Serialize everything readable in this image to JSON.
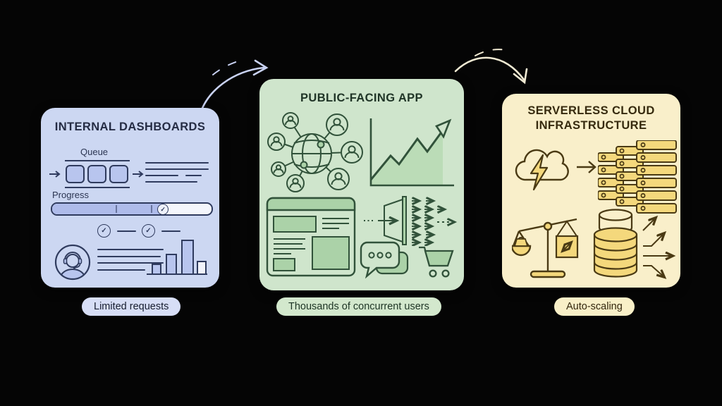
{
  "canvas": {
    "background": "#050505"
  },
  "panels": [
    {
      "id": "internal-dashboards",
      "title": "INTERNAL DASHBOARDS",
      "bg": "#ccd7f2",
      "stroke": "#2f3b5e",
      "icon_fill": "#b8c5ee",
      "queue_label": "Queue",
      "progress_label": "Progress",
      "progress_fill": "70%",
      "pill": "Limited requests",
      "icons": [
        "arrow-right-icon",
        "queue-boxes-icon",
        "text-lines",
        "progress-bar",
        "check-item",
        "support-agent-icon",
        "mini-bar-chart-icon"
      ]
    },
    {
      "id": "public-facing-app",
      "title": "PUBLIC-FACING APP",
      "bg": "#cfe5cc",
      "stroke": "#31523a",
      "icon_fill": "#abd2a8",
      "pill": "Thousands of concurrent users",
      "icons": [
        "globe-users-network-icon",
        "growth-chart-icon",
        "webpage-wireframe-icon",
        "fan-out-arrows-icon",
        "chat-bubbles-icon",
        "shopping-cart-icon"
      ]
    },
    {
      "id": "serverless-cloud-infrastructure",
      "title": "SERVERLESS CLOUD INFRASTRUCTURE",
      "bg": "#f9efca",
      "stroke": "#4a3a14",
      "icon_fill": "#f4d87c",
      "pill": "Auto-scaling",
      "icons": [
        "cloud-lightning-icon",
        "arrow-right-icon",
        "server-stack-icon",
        "balance-scale-icon",
        "database-scaling-icon"
      ]
    }
  ],
  "connectors": [
    {
      "from": "internal-dashboards",
      "to": "public-facing-app",
      "color": "#c9d2f3",
      "style": "curved-sketch-arrow"
    },
    {
      "from": "public-facing-app",
      "to": "serverless-cloud-infrastructure",
      "color": "#f1ead3",
      "style": "curved-sketch-arrow"
    }
  ]
}
